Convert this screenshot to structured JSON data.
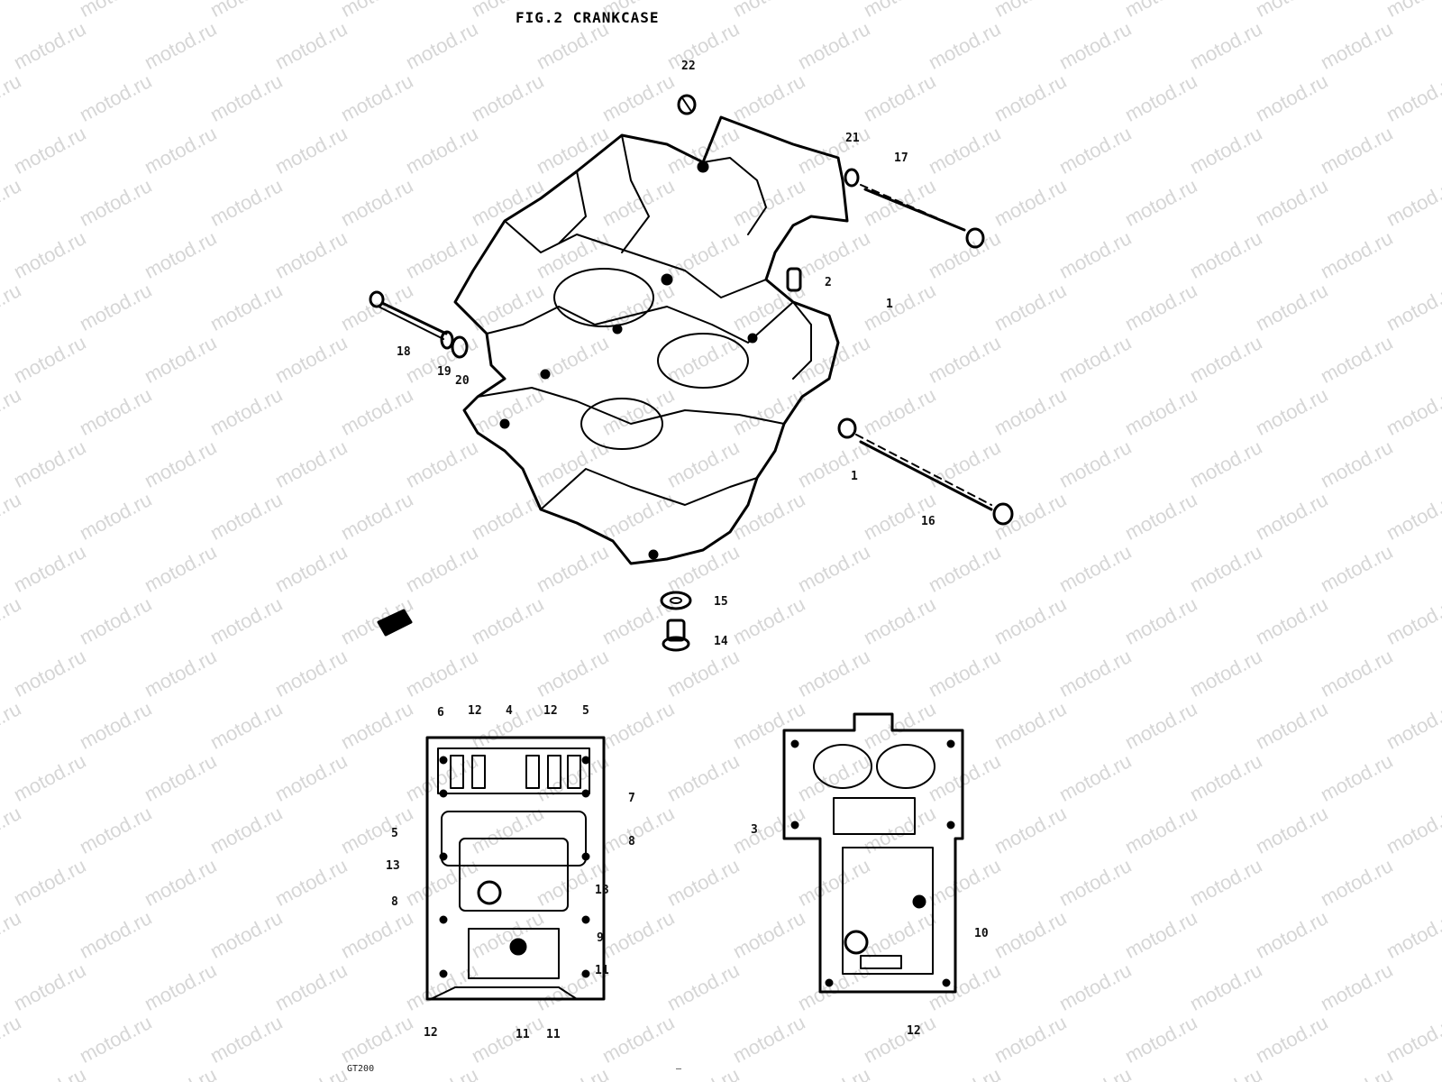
{
  "figure": {
    "title": "FIG.2 CRANKCASE",
    "watermark_text": "motod.ru",
    "model_label": "GT200",
    "page_label": "—"
  },
  "callouts": {
    "c22": "22",
    "c21": "21",
    "c17": "17",
    "c2": "2",
    "c1a": "1",
    "c18": "18",
    "c19": "19",
    "c20": "20",
    "c1b": "1",
    "c16": "16",
    "c15": "15",
    "c14": "14",
    "l6": "6",
    "l12a": "12",
    "l4": "4",
    "l12b": "12",
    "l5a": "5",
    "l7": "7",
    "l5b": "5",
    "l8a": "8",
    "l13a": "13",
    "l13b": "13",
    "l8b": "8",
    "l9": "9",
    "l11a": "11",
    "l12c": "12",
    "l11b": "11",
    "l11c": "11",
    "r3": "3",
    "r10": "10",
    "r12": "12"
  }
}
